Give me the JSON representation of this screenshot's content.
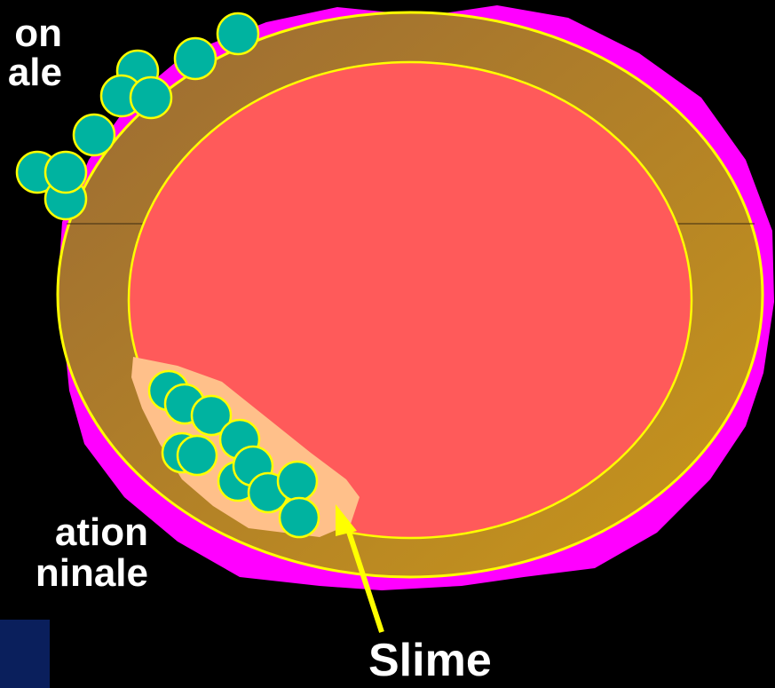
{
  "labels": {
    "top_line1": "on",
    "top_line2": "ale",
    "bottom_line1": "ation",
    "bottom_line2": "ninale",
    "slime": "Slime"
  },
  "colors": {
    "background": "#000000",
    "outer_tissue": "#ff00ff",
    "catheter_wall": "#b07a2a",
    "lumen": "#ff5a5a",
    "biofilm": "#ffc08a",
    "bacteria": "#00b3a0",
    "outline": "#ffff00",
    "arrow": "#ffff00",
    "navy_box": "#0a1f5c",
    "text": "#ffffff"
  },
  "icons": {
    "bacteria": "bacterium-circle",
    "arrow": "arrow-up-left"
  }
}
